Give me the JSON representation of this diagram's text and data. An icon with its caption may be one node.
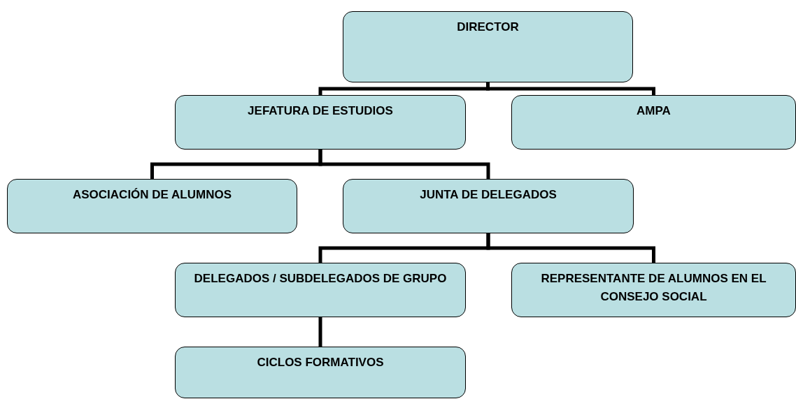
{
  "diagram": {
    "nodes": [
      {
        "text": [
          "DIRECTOR"
        ]
      },
      {
        "text": [
          "JEFATURA DE ESTUDIOS"
        ]
      },
      {
        "text": [
          "AMPA"
        ]
      },
      {
        "text": [
          "ASOCIACIÓN DE ALUMNOS"
        ]
      },
      {
        "text": [
          "JUNTA DE DELEGADOS"
        ]
      },
      {
        "text": [
          "DELEGADOS / SUBDELEGADOS DE GRUPO"
        ]
      },
      {
        "text": [
          "REPRESENTANTE DE ALUMNOS EN EL CONSEJO SOCIAL"
        ]
      },
      {
        "text": [
          "CICLOS FORMATIVOS"
        ]
      }
    ],
    "edges": [
      {
        "from": 0,
        "to": 1,
        "arrow": "none"
      },
      {
        "from": 0,
        "to": 2,
        "arrow": "none"
      },
      {
        "from": 1,
        "to": 3,
        "arrow": "none"
      },
      {
        "from": 1,
        "to": 4,
        "arrow": "none"
      },
      {
        "from": 4,
        "to": 5,
        "arrow": "none"
      },
      {
        "from": 4,
        "to": 6,
        "arrow": "none"
      },
      {
        "from": 5,
        "to": 7,
        "arrow": "none"
      }
    ]
  }
}
